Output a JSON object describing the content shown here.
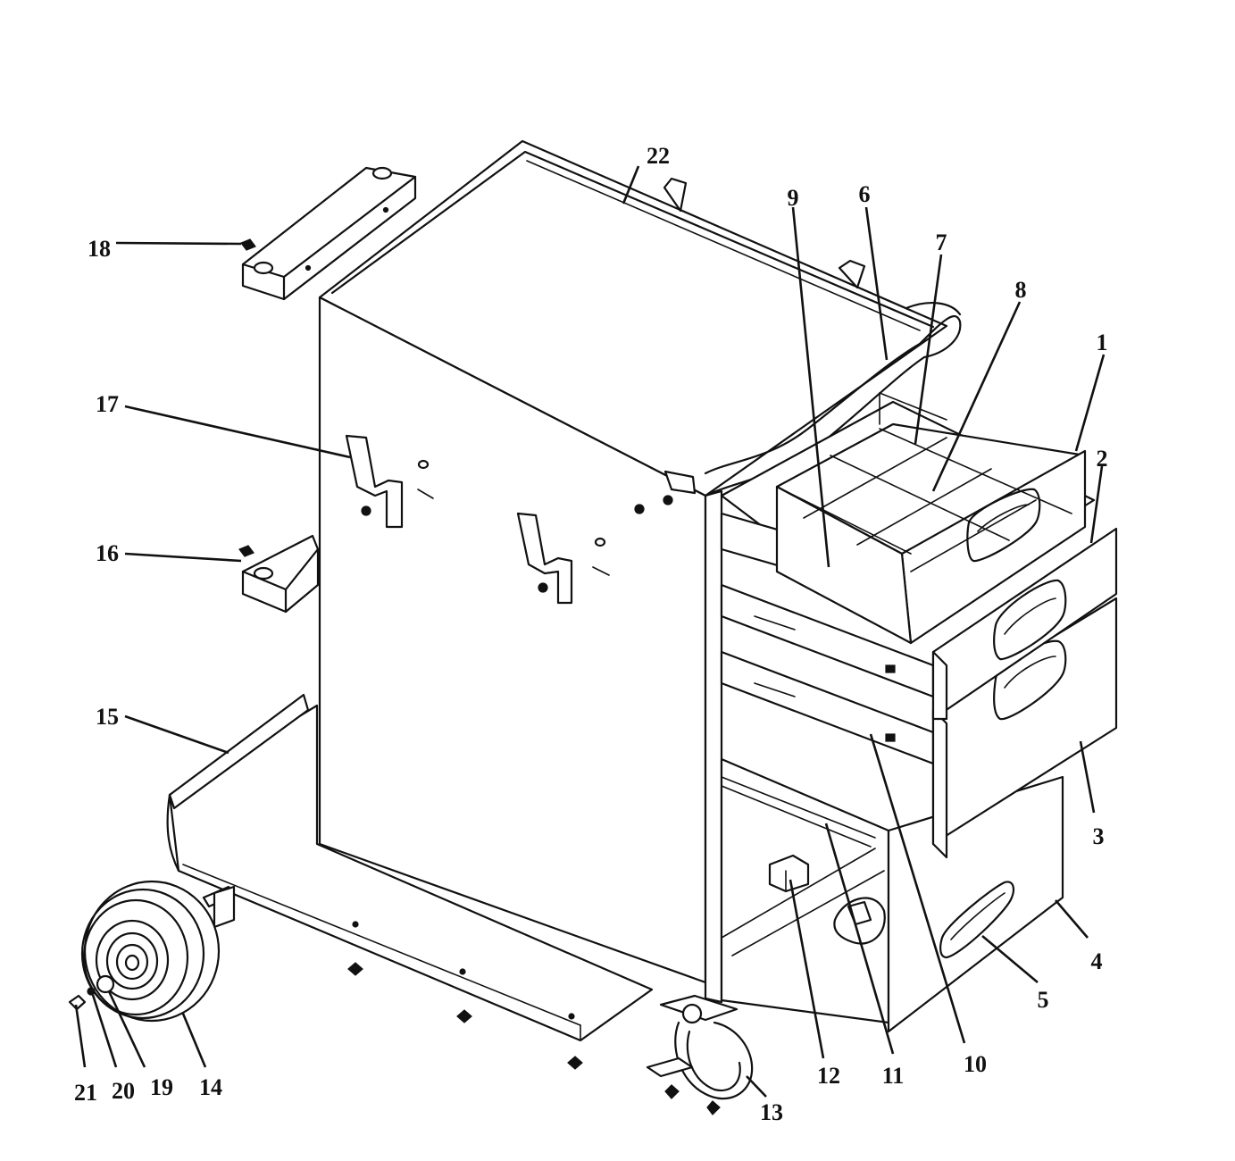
{
  "diagram": {
    "type": "exploded parts diagram",
    "subject": "welding cart with drawers",
    "callouts": [
      {
        "id": "c1",
        "label": "1"
      },
      {
        "id": "c2",
        "label": "2"
      },
      {
        "id": "c3",
        "label": "3"
      },
      {
        "id": "c4",
        "label": "4"
      },
      {
        "id": "c5",
        "label": "5"
      },
      {
        "id": "c6",
        "label": "6"
      },
      {
        "id": "c7",
        "label": "7"
      },
      {
        "id": "c8",
        "label": "8"
      },
      {
        "id": "c9",
        "label": "9"
      },
      {
        "id": "c10",
        "label": "10"
      },
      {
        "id": "c11",
        "label": "11"
      },
      {
        "id": "c12",
        "label": "12"
      },
      {
        "id": "c13",
        "label": "13"
      },
      {
        "id": "c14",
        "label": "14"
      },
      {
        "id": "c15",
        "label": "15"
      },
      {
        "id": "c16",
        "label": "16"
      },
      {
        "id": "c17",
        "label": "17"
      },
      {
        "id": "c18",
        "label": "18"
      },
      {
        "id": "c19",
        "label": "19"
      },
      {
        "id": "c20",
        "label": "20"
      },
      {
        "id": "c21",
        "label": "21"
      },
      {
        "id": "c22",
        "label": "22"
      }
    ]
  }
}
